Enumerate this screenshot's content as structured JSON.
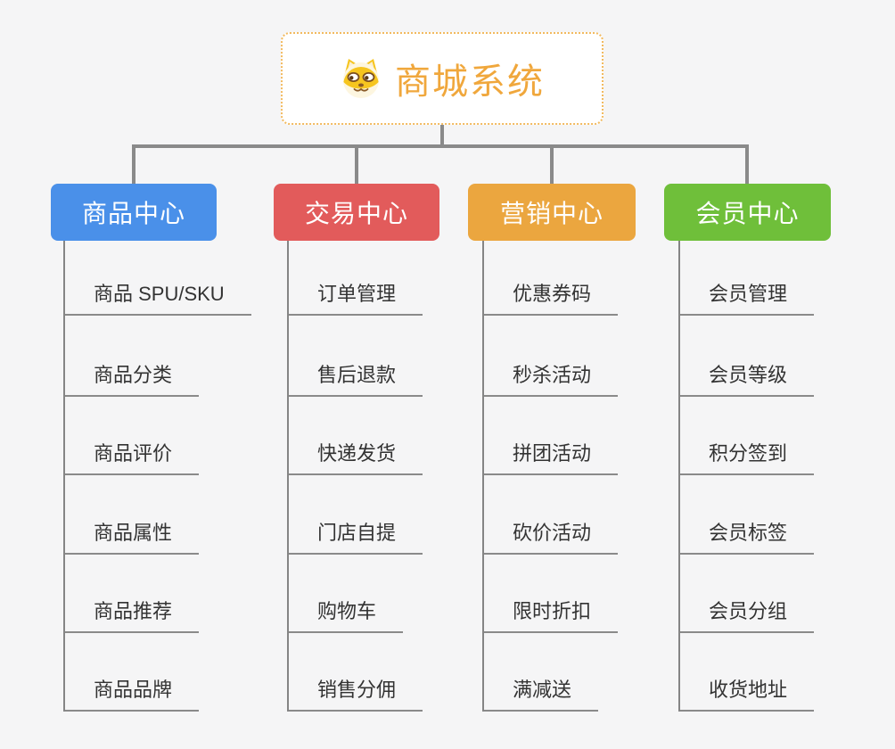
{
  "root": {
    "title": "商城系统",
    "icon": "dog-face-icon"
  },
  "branches": [
    {
      "label": "商品中心",
      "color": "#4A90E9",
      "items": [
        "商品 SPU/SKU",
        "商品分类",
        "商品评价",
        "商品属性",
        "商品推荐",
        "商品品牌"
      ]
    },
    {
      "label": "交易中心",
      "color": "#E25B5B",
      "items": [
        "订单管理",
        "售后退款",
        "快递发货",
        "门店自提",
        "购物车",
        "销售分佣"
      ]
    },
    {
      "label": "营销中心",
      "color": "#EBA63F",
      "items": [
        "优惠券码",
        "秒杀活动",
        "拼团活动",
        "砍价活动",
        "限时折扣",
        "满减送"
      ]
    },
    {
      "label": "会员中心",
      "color": "#6FBF3A",
      "items": [
        "会员管理",
        "会员等级",
        "积分签到",
        "会员标签",
        "会员分组",
        "收货地址"
      ]
    }
  ],
  "colors": {
    "background": "#F5F5F6",
    "connector": "#8A8A8A",
    "root_accent": "#F0A73C",
    "root_border": "#F2BA5F",
    "leaf_text": "#333333"
  }
}
